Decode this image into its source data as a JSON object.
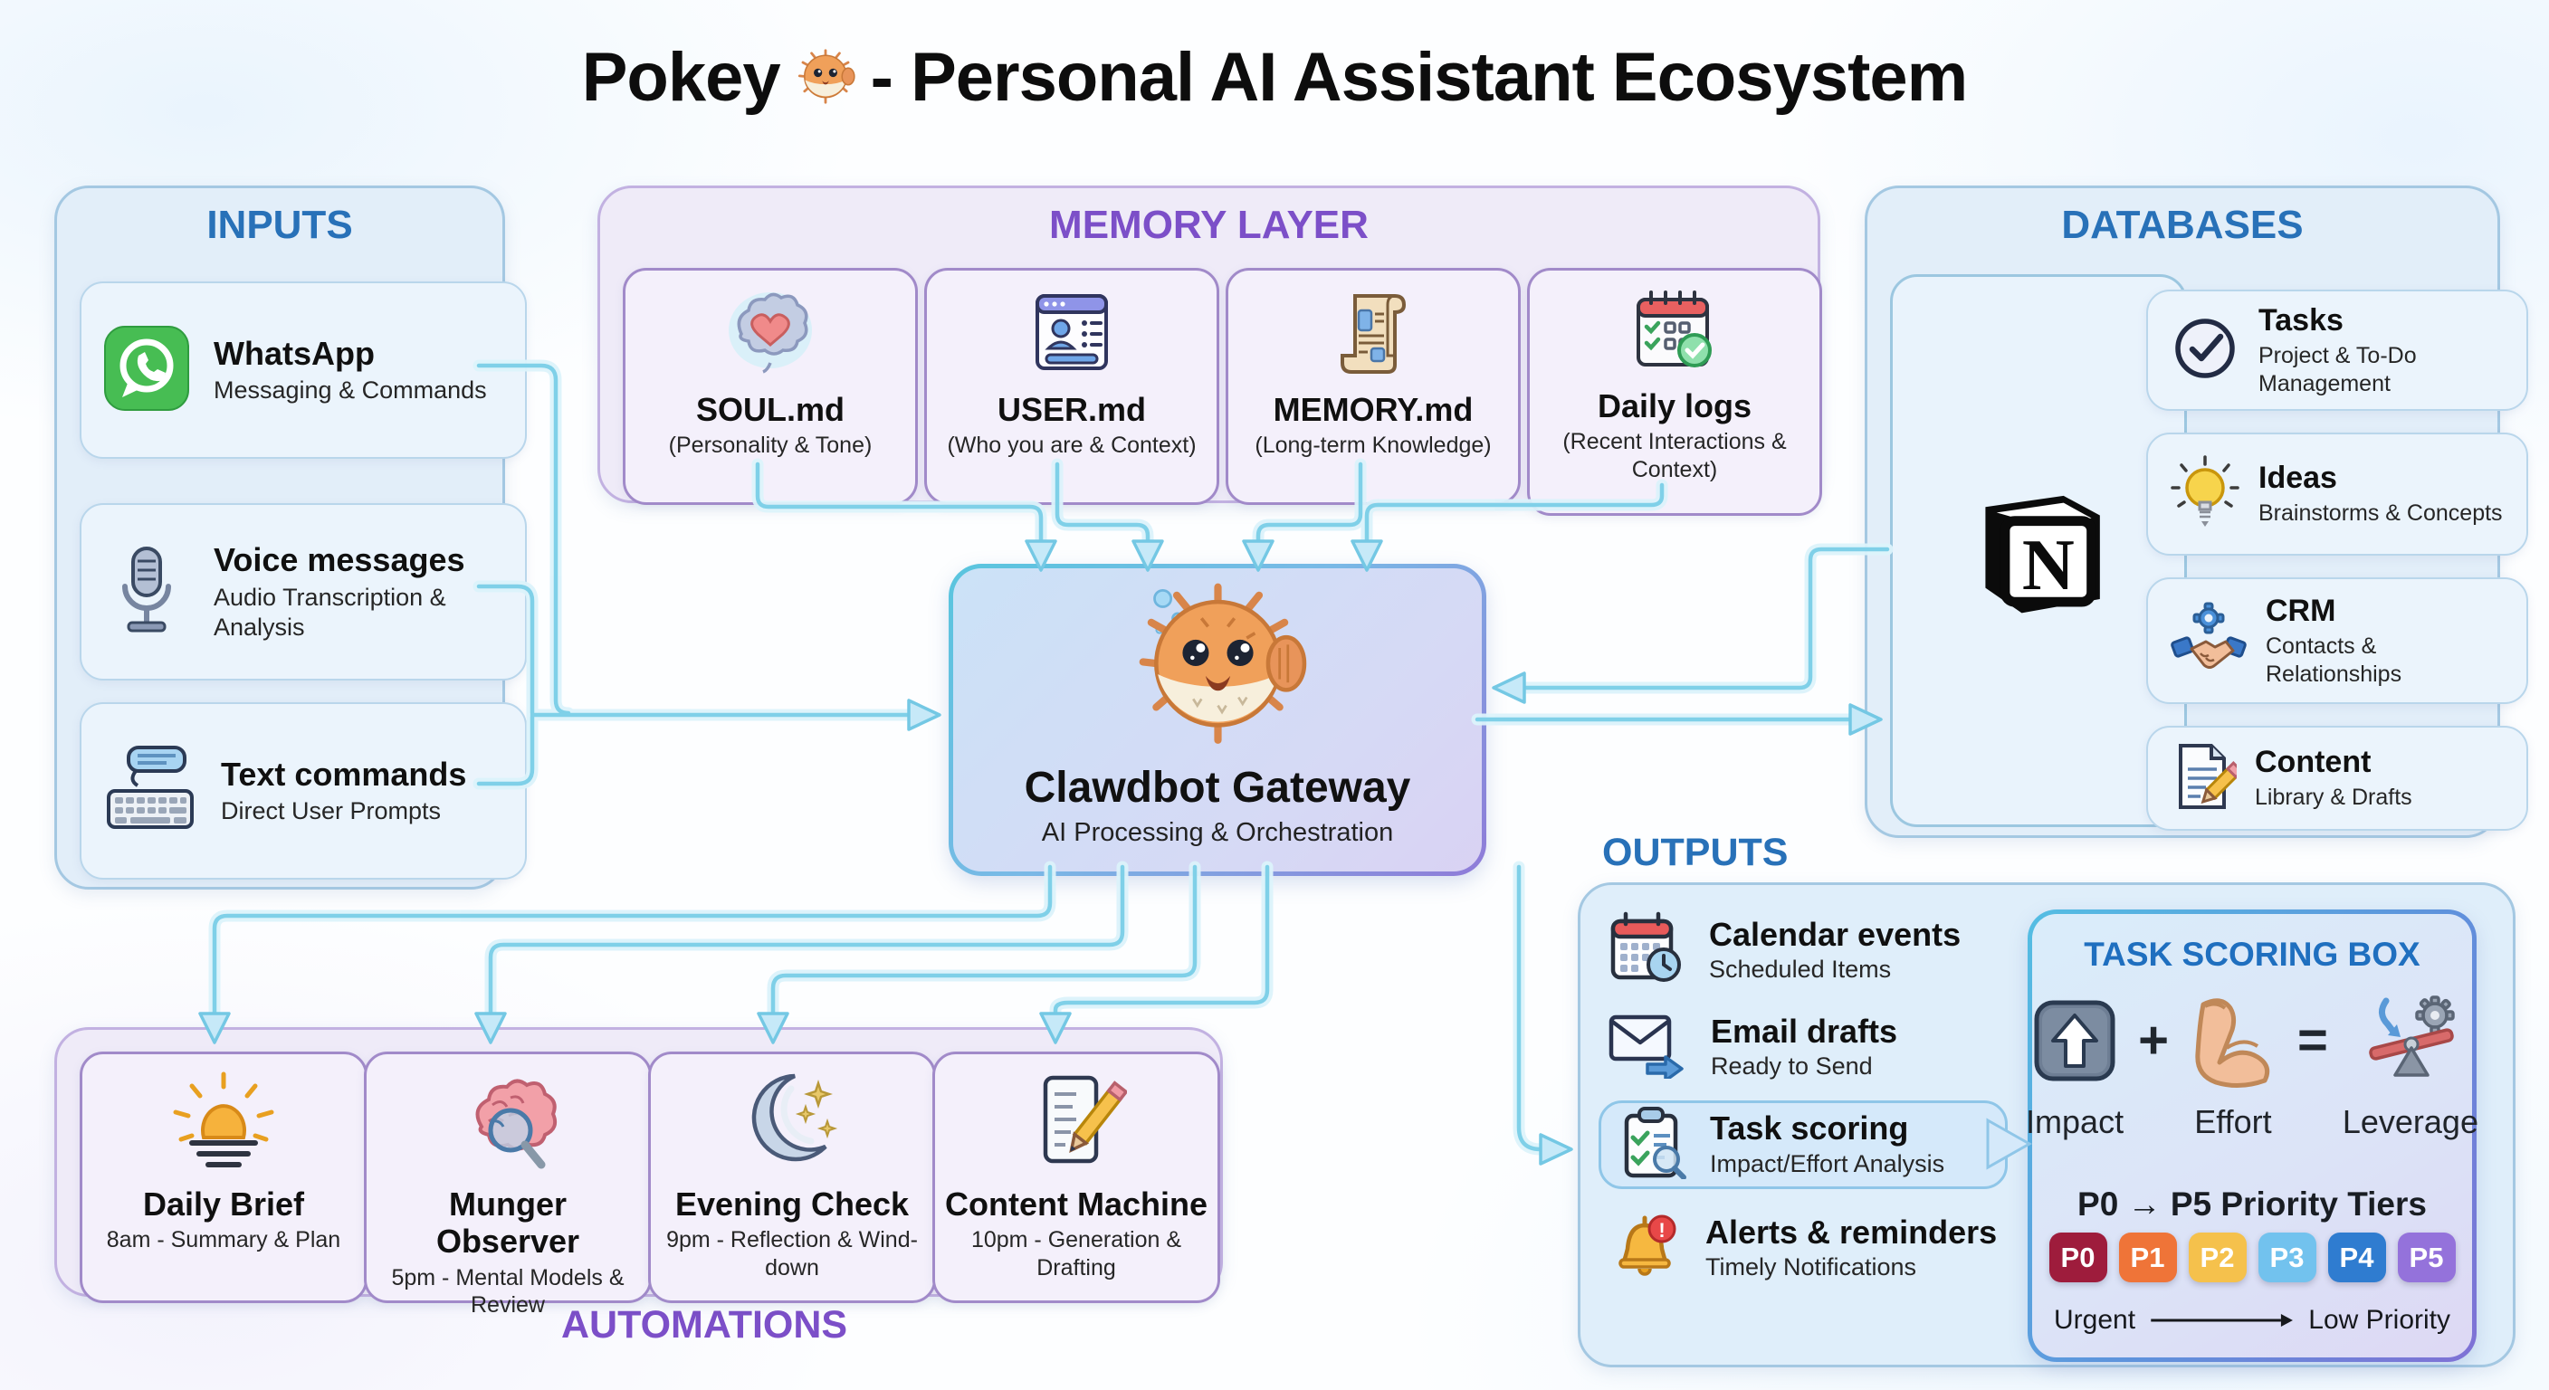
{
  "title": {
    "left": "Pokey",
    "right": "- Personal AI Assistant Ecosystem"
  },
  "inputs": {
    "label": "INPUTS",
    "items": [
      {
        "title": "WhatsApp",
        "subtitle": "Messaging & Commands",
        "icon": "whatsapp-icon"
      },
      {
        "title": "Voice messages",
        "subtitle": "Audio Transcription & Analysis",
        "icon": "microphone-icon"
      },
      {
        "title": "Text commands",
        "subtitle": "Direct User Prompts",
        "icon": "keyboard-icon"
      }
    ]
  },
  "memory": {
    "label": "MEMORY LAYER",
    "items": [
      {
        "title": "SOUL.md",
        "subtitle": "(Personality & Tone)",
        "icon": "brain-heart-icon"
      },
      {
        "title": "USER.md",
        "subtitle": "(Who you are & Context)",
        "icon": "profile-card-icon"
      },
      {
        "title": "MEMORY.md",
        "subtitle": "(Long-term Knowledge)",
        "icon": "scroll-icon"
      },
      {
        "title": "Daily logs",
        "subtitle": "(Recent Interactions & Context)",
        "icon": "calendar-check-icon"
      }
    ]
  },
  "gateway": {
    "title": "Clawdbot Gateway",
    "subtitle": "AI Processing & Orchestration",
    "icon": "pufferfish-icon"
  },
  "databases": {
    "label": "DATABASES",
    "notion_letter": "N",
    "items": [
      {
        "title": "Tasks",
        "subtitle": "Project & To-Do Management",
        "icon": "check-circle-icon"
      },
      {
        "title": "Ideas",
        "subtitle": "Brainstorms & Concepts",
        "icon": "lightbulb-icon"
      },
      {
        "title": "CRM",
        "subtitle": "Contacts & Relationships",
        "icon": "handshake-icon"
      },
      {
        "title": "Content",
        "subtitle": "Library & Drafts",
        "icon": "document-pencil-icon"
      }
    ]
  },
  "automations": {
    "label": "AUTOMATIONS",
    "items": [
      {
        "title": "Daily Brief",
        "subtitle": "8am - Summary & Plan",
        "icon": "sunrise-icon"
      },
      {
        "title": "Munger Observer",
        "subtitle": "5pm - Mental Models & Review",
        "icon": "brain-magnifier-icon"
      },
      {
        "title": "Evening Check",
        "subtitle": "9pm - Reflection & Wind-down",
        "icon": "moon-stars-icon"
      },
      {
        "title": "Content Machine",
        "subtitle": "10pm - Generation & Drafting",
        "icon": "notepad-pencil-icon"
      }
    ]
  },
  "outputs": {
    "label": "OUTPUTS",
    "items": [
      {
        "title": "Calendar events",
        "subtitle": "Scheduled Items",
        "icon": "calendar-clock-icon"
      },
      {
        "title": "Email drafts",
        "subtitle": "Ready to Send",
        "icon": "email-send-icon"
      },
      {
        "title": "Task scoring",
        "subtitle": "Impact/Effort Analysis",
        "icon": "clipboard-magnifier-icon"
      },
      {
        "title": "Alerts & reminders",
        "subtitle": "Timely Notifications",
        "icon": "bell-icon"
      }
    ]
  },
  "scoring": {
    "title": "TASK SCORING BOX",
    "impact_label": "Impact",
    "plus": "+",
    "effort_label": "Effort",
    "equals": "=",
    "leverage_label": "Leverage",
    "tiers_title": "P0 → P5 Priority Tiers",
    "tiers": [
      {
        "label": "P0",
        "color": "#9E1C3C"
      },
      {
        "label": "P1",
        "color": "#EF7438"
      },
      {
        "label": "P2",
        "color": "#F5C14C"
      },
      {
        "label": "P3",
        "color": "#72C2EE"
      },
      {
        "label": "P4",
        "color": "#2F7CD0"
      },
      {
        "label": "P5",
        "color": "#9472DB"
      }
    ],
    "scale_left": "Urgent",
    "scale_right": "Low Priority"
  },
  "colors": {
    "blue_header": "#2871B8",
    "purple_header": "#7C4FC8",
    "wire": "#7FD0E8"
  }
}
